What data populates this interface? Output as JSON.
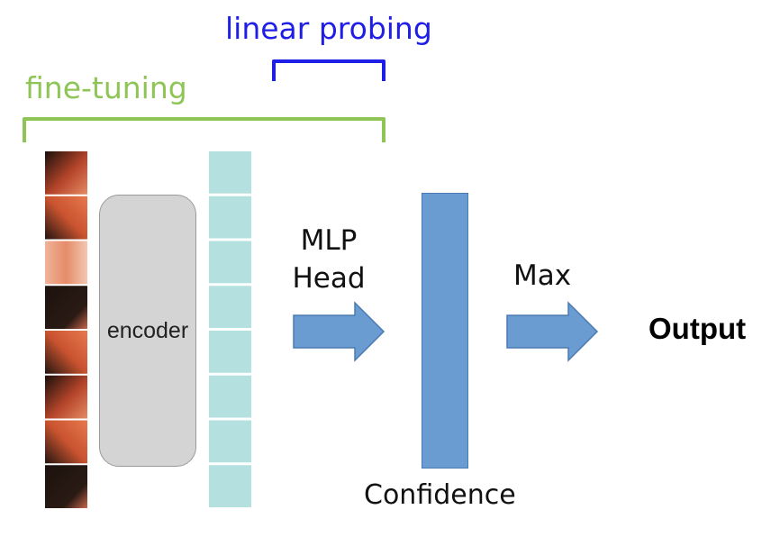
{
  "labels": {
    "linear_probing": "linear probing",
    "fine_tuning": "fine-tuning",
    "mlp_line1": "MLP",
    "mlp_line2": "Head",
    "max": "Max",
    "output": "Output",
    "confidence": "Confidence",
    "encoder": "encoder"
  },
  "colors": {
    "linear_probing": "#1e1ee6",
    "fine_tuning": "#8fc556",
    "arrow": "#6a9bd1",
    "token_cell": "#b5e0e0",
    "encoder_box": "#d4d4d4"
  },
  "image_patches_count": 8,
  "token_cells_count": 8
}
